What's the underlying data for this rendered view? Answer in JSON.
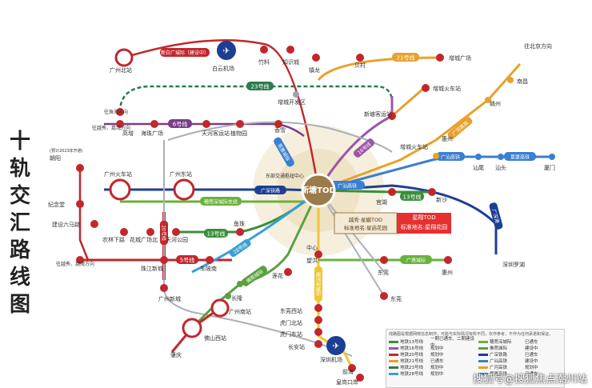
{
  "side_title": [
    "十",
    "轨",
    "交",
    "汇",
    "路",
    "线",
    "图"
  ],
  "center": {
    "label": "新塘TOD",
    "sub1": "标准地名:星启花园",
    "sub2": "标准地名:星翔花园",
    "brand1": "越秀·星樾TOD",
    "brand2": "星翔TOD"
  },
  "stations": {
    "gz_north": "广州北站",
    "xinbaiyun": "新白广城际（建设中）",
    "baiyun_airport": "白云机场",
    "zhuliao": "竹料",
    "zhishicheng": "知识城",
    "zhenlong": "镇龙",
    "zengcheng_kaifa": "增城开发区",
    "beixing": "贝村",
    "zengcheng_plaza": "增城广场",
    "zengcheng_hcz": "增城火车站",
    "to_zhuhai": "往珠海方向",
    "to_conghua": "往越秀、荔湾方向",
    "gaozeng": "高增",
    "haibang": "海珠广场",
    "tianhe_coach": "天河客运站",
    "zhiwuyuan": "植物园",
    "xiangxue": "香雪",
    "xintang_coach": "新塘客运站",
    "zengcheng_station2": "增城火车站",
    "huizhou": "惠州",
    "nanchang": "南昌",
    "ganzhou": "赣州",
    "to_beijing": "往北京方向",
    "shanwei": "汕尾",
    "shantou": "汕头",
    "xiamen": "厦门",
    "gz_hcz": "广州火车站",
    "gz_east": "广州东站",
    "chaoyang_note": "(预计2023年开通)",
    "chaoyang": "朝阳",
    "jinian": "纪念堂",
    "jianshe6": "建设六马路",
    "nongjiang": "农林下路",
    "huacheng": "花城广场北",
    "tianhe_park": "天河公园",
    "yuzhu": "鱼珠",
    "to_yuexiu": "往越秀、荔湾方向",
    "zhujiang": "珠江新城",
    "chebei": "车陂南",
    "guanghe": "官湖",
    "xinsha": "新沙",
    "dongbu_hub": "东部交通枢纽中心",
    "zhongxin": "中心",
    "wanghong": "望洪",
    "lianhua": "莲花",
    "dongguan": "东莞",
    "huizhou2": "惠州",
    "dongguan2": "东莞",
    "guangzhou_south": "广州南站",
    "changlong": "长隆",
    "foshan_west": "佛山西站",
    "zhaoqing": "肇庆",
    "gz_newcity": "广州新城",
    "dongguan_west": "东莞西站",
    "humen_north": "虎门北站",
    "humen_east": "虎门东站",
    "changan": "长安站",
    "shenzhen_airport": "深圳机场",
    "qianhai": "前海",
    "huanggang": "皇岗口岸",
    "shenzhen_luohu": "深圳罗湖"
  },
  "lines": {
    "l21": "21号线",
    "l23": "23号线",
    "l6": "6号线",
    "l16": "16号线",
    "l13a": "13号线",
    "l13b": "13号线",
    "l5": "5号线",
    "l20": "20号线",
    "l28": "28号线",
    "guangshan": "广汕高铁",
    "guangshen": "广深铁路",
    "suiguan": "穗莞深城际支线",
    "gsgt": "广汕高铁",
    "zengshan": "夏厦高铁",
    "gshsu": "广河高铁",
    "shenzhen_line": "广深港",
    "zhongzhuan": "莞惠城际",
    "guanhui": "广惠城际",
    "foguan": "佛莞城际",
    "gzdg": "穗莞深城际"
  },
  "legend": {
    "title": "线路图是根据网络信息制作，可能与实际情况有所不同，仅作参考，不作为任何承诺和保证。",
    "rows": [
      [
        "地铁13号线",
        "一期已通车、二期建设中",
        "穗莞深城际",
        "已通车"
      ],
      [
        "地铁16号线",
        "规划中",
        "佛莞城际",
        "建设中"
      ],
      [
        "地铁20号线",
        "规划中",
        "广深铁路",
        "已通车"
      ],
      [
        "地铁21号线",
        "已通车",
        "广汕高铁",
        "建设中"
      ],
      [
        "地铁23号线",
        "规划中",
        "广河高铁",
        "规划中"
      ],
      [
        "地铁28号线",
        "规划中",
        "夏厦高铁",
        "已通车"
      ]
    ]
  },
  "watermark": "搜狐号@搜狐焦点潮州站",
  "colors": {
    "line13": "#3a8f3a",
    "line16": "#9b57a6",
    "line21": "#e8a12c",
    "line23": "#2c7b4c",
    "line6": "#7a3d87",
    "line5": "#c1272d",
    "line20": "#c1272d",
    "line28": "#3a9fd6",
    "guangshan": "#3a7fd0",
    "guangshen": "#1c3f94",
    "metro_red": "#c0392b",
    "hub": "#9c7b4a"
  }
}
